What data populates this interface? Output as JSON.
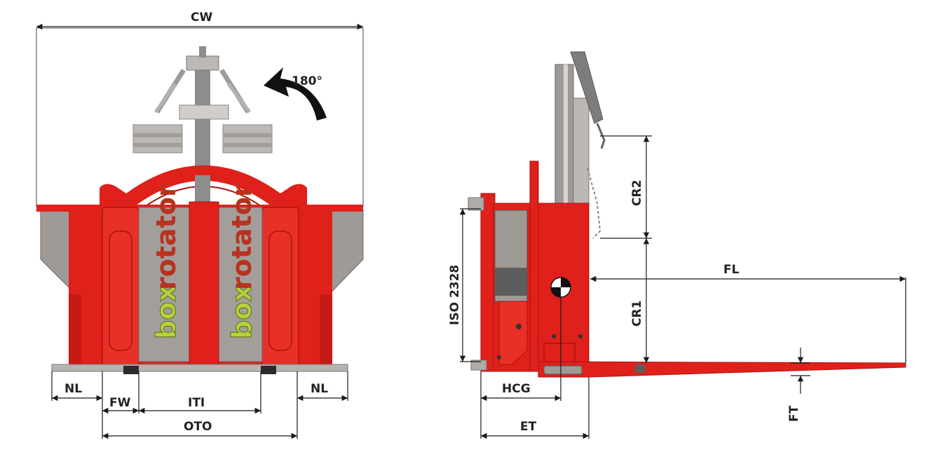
{
  "colors": {
    "red": "#e0201b",
    "dark_red": "#a8140f",
    "steel_grey": "#9f9a96",
    "light_grey": "#c9c4bf",
    "dark_grey": "#5d5d5d",
    "brand_green": "#b4d23a",
    "dimension_line": "#1a1a1a"
  },
  "front_view": {
    "rotation_label": "180°",
    "brand_left": {
      "word1": "box",
      "word2": "rotator"
    },
    "brand_right": {
      "word1": "box",
      "word2": "rotator"
    },
    "dimensions": {
      "cw": "CW",
      "nl_left": "NL",
      "nl_right": "NL",
      "fw": "FW",
      "iti": "ITI",
      "oto": "OTO"
    }
  },
  "side_view": {
    "dimensions": {
      "cr2": "CR2",
      "cr1": "CR1",
      "fl": "FL",
      "iso": "ISO 2328",
      "hcg": "HCG",
      "et": "ET",
      "ft": "FT"
    }
  }
}
